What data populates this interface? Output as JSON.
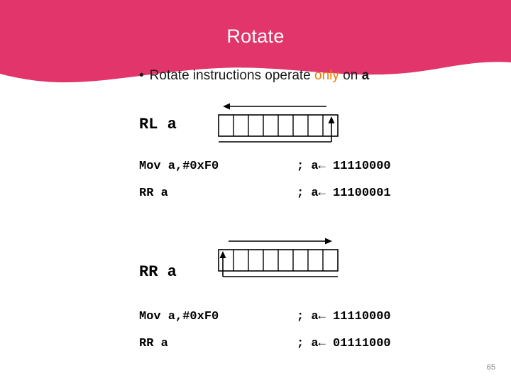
{
  "slide": {
    "title": "Rotate",
    "page_number": "65",
    "banner_color": "#e1356b",
    "accent_color": "#f07d00"
  },
  "bullet": {
    "marker": "•",
    "text_pre": "Rotate instructions operate ",
    "text_accent": "only",
    "text_mid": " on ",
    "text_bold": "a"
  },
  "blocks": [
    {
      "label": "RL a",
      "arrow_direction": "left",
      "cells": 8,
      "rows": [
        {
          "instruction": "Mov a,#0xF0",
          "comment": "; a← 11110000"
        },
        {
          "instruction": "RR a",
          "comment": "; a← 11100001"
        }
      ]
    },
    {
      "label": "RR a",
      "arrow_direction": "right",
      "cells": 8,
      "rows": [
        {
          "instruction": "Mov a,#0xF0",
          "comment": "; a← 11110000"
        },
        {
          "instruction": "RR a",
          "comment": "; a← 01111000"
        }
      ]
    }
  ]
}
